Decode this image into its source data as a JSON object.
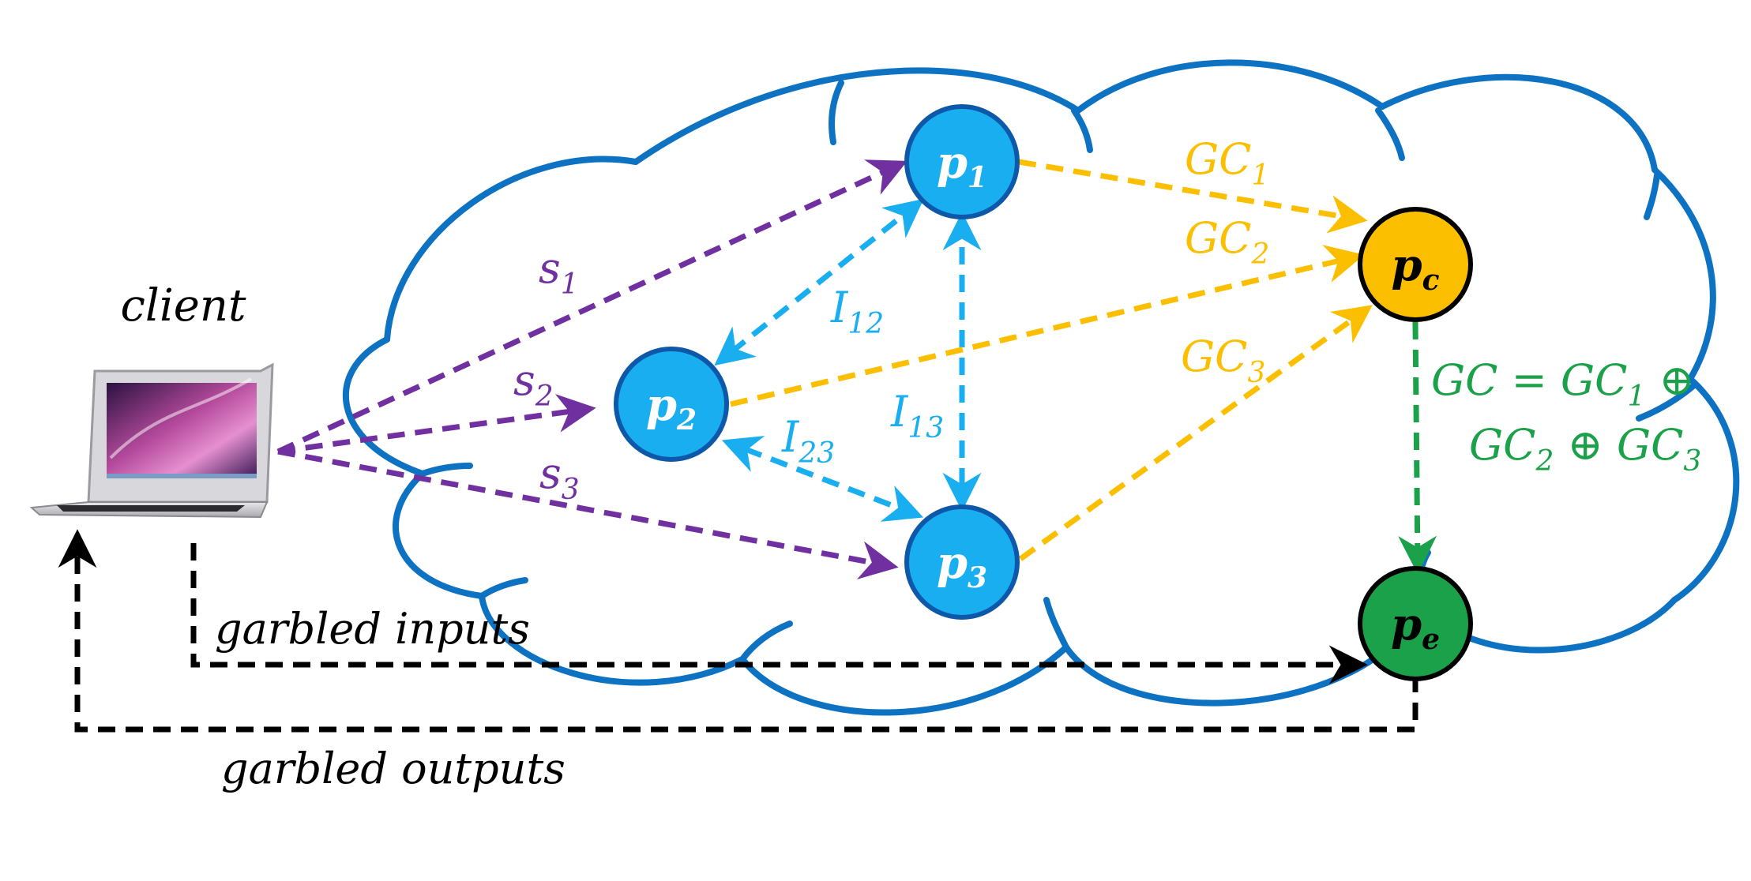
{
  "colors": {
    "cloud": "#0e72c2",
    "node_blue": "#18aef0",
    "node_orange": "#fcbf00",
    "node_green": "#1ba149",
    "purple": "#7030a0",
    "light_blue": "#18aef0",
    "orange": "#fcbf00",
    "green": "#1ba149",
    "black": "#000000"
  },
  "client": {
    "label": "client",
    "icon": "laptop-icon"
  },
  "nodes": {
    "p1": {
      "base": "p",
      "sub": "1"
    },
    "p2": {
      "base": "p",
      "sub": "2"
    },
    "p3": {
      "base": "p",
      "sub": "3"
    },
    "pc": {
      "base": "p",
      "sub": "c"
    },
    "pe": {
      "base": "p",
      "sub": "e"
    }
  },
  "edges": {
    "s1": {
      "base": "s",
      "sub": "1"
    },
    "s2": {
      "base": "s",
      "sub": "2"
    },
    "s3": {
      "base": "s",
      "sub": "3"
    },
    "I12": {
      "base": "I",
      "sub": "12"
    },
    "I13": {
      "base": "I",
      "sub": "13"
    },
    "I23": {
      "base": "I",
      "sub": "23"
    },
    "GC1": {
      "base": "GC",
      "sub": "1"
    },
    "GC2": {
      "base": "GC",
      "sub": "2"
    },
    "GC3": {
      "base": "GC",
      "sub": "3"
    }
  },
  "combine": {
    "line1": {
      "a": "GC = GC",
      "sub1": "1",
      "op": " ⊕"
    },
    "line2": {
      "a": "GC",
      "sub1": "2",
      "op": " ⊕ GC",
      "sub2": "3"
    }
  },
  "flows": {
    "inputs": "garbled inputs",
    "outputs": "garbled outputs"
  }
}
